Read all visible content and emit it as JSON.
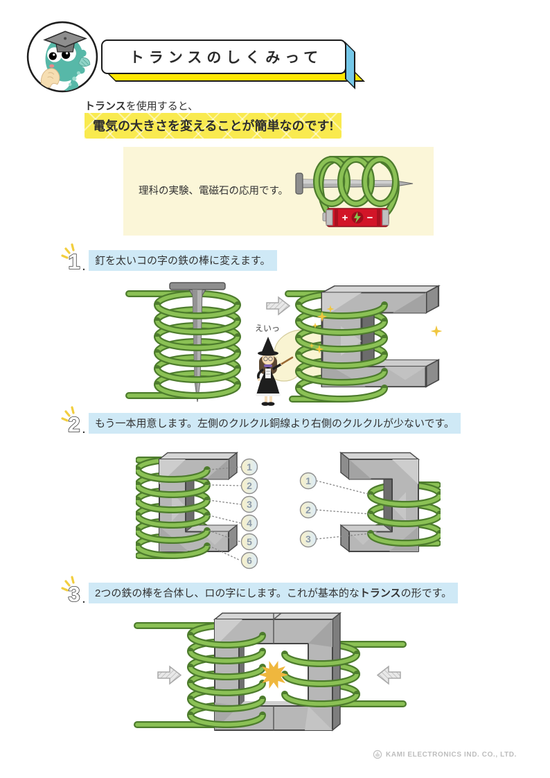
{
  "header": {
    "title": "トランスのしくみって"
  },
  "intro": {
    "lead_bold": "トランス",
    "lead_rest": "を使用すると、",
    "highlight": "電気の大きさを変えることが簡単なのです!"
  },
  "info_box": {
    "text": "理科の実験、電磁石の応用です。",
    "battery_plus": "+",
    "battery_minus": "−"
  },
  "ui": {
    "number_dot": "."
  },
  "steps": [
    {
      "number": "1",
      "text": "釘を太いコの字の鉄の棒に変えます。"
    },
    {
      "number": "2",
      "text": "もう一本用意します。左側のクルクル銅線より右側のクルクルが少ないです。"
    },
    {
      "number": "3",
      "text_pre": "2つの鉄の棒を合体し、ロの字にします。これが基本的な",
      "text_bold": "トランス",
      "text_post": "の形です。"
    }
  ],
  "step1_art": {
    "witch_speech": "えいっ"
  },
  "step2_art": {
    "left_labels": [
      "1",
      "2",
      "3",
      "4",
      "5",
      "6"
    ],
    "right_labels": [
      "1",
      "2",
      "3"
    ]
  },
  "footer": {
    "company": "KAMI ELECTRONICS IND. CO., LTD."
  },
  "colors": {
    "wire_green": "#8bc155",
    "wire_outline": "#4d7c2d",
    "core_gray": "#b7b7b7",
    "highlight_yellow": "#f9ea4f",
    "highlight_blue": "#cfe9f6",
    "info_box_bg": "#fbf6d8",
    "battery_red": "#d21528",
    "sparkle_gold": "#f0c63f",
    "banner_blue": "#74c7e8",
    "banner_yellow": "#ffe600",
    "mascot_teal": "#57b8a8"
  }
}
